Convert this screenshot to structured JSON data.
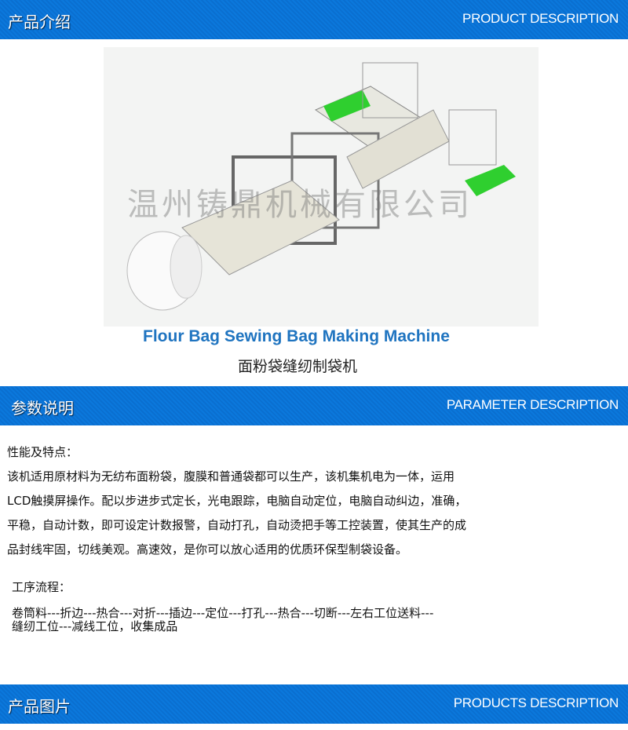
{
  "sections": [
    {
      "cn": "产品介绍",
      "en": "PRODUCT DESCRIPTION"
    },
    {
      "cn": "参数说明",
      "en": "PARAMETER DESCRIPTION"
    },
    {
      "cn": "产品图片",
      "en": "PRODUCTS DESCRIPTION"
    }
  ],
  "product": {
    "watermark": "温州铸鼎机械有限公司",
    "title_en": "Flour Bag Sewing Bag Making Machine",
    "title_cn": "面粉袋缝纫制袋机"
  },
  "params": {
    "features_heading": "性能及特点：",
    "features_lines": [
      "该机适用原材料为无纺布面粉袋，腹膜和普通袋都可以生产，该机集机电为一体，运用",
      "LCD触摸屏操作。配以步进步式定长，光电跟踪，电脑自动定位，电脑自动纠边，准确，",
      "平稳，自动计数，即可设定计数报警，自动打孔，自动烫把手等工控装置，使其生产的成",
      "品封线牢固，切线美观。高速效，是你可以放心适用的优质环保型制袋设备。"
    ],
    "process_heading": "工序流程：",
    "process_lines": [
      "卷筒料---折边---热合---对折---插边---定位---打孔---热合---切断---左右工位送料---",
      "缝纫工位---减线工位，收集成品"
    ]
  }
}
